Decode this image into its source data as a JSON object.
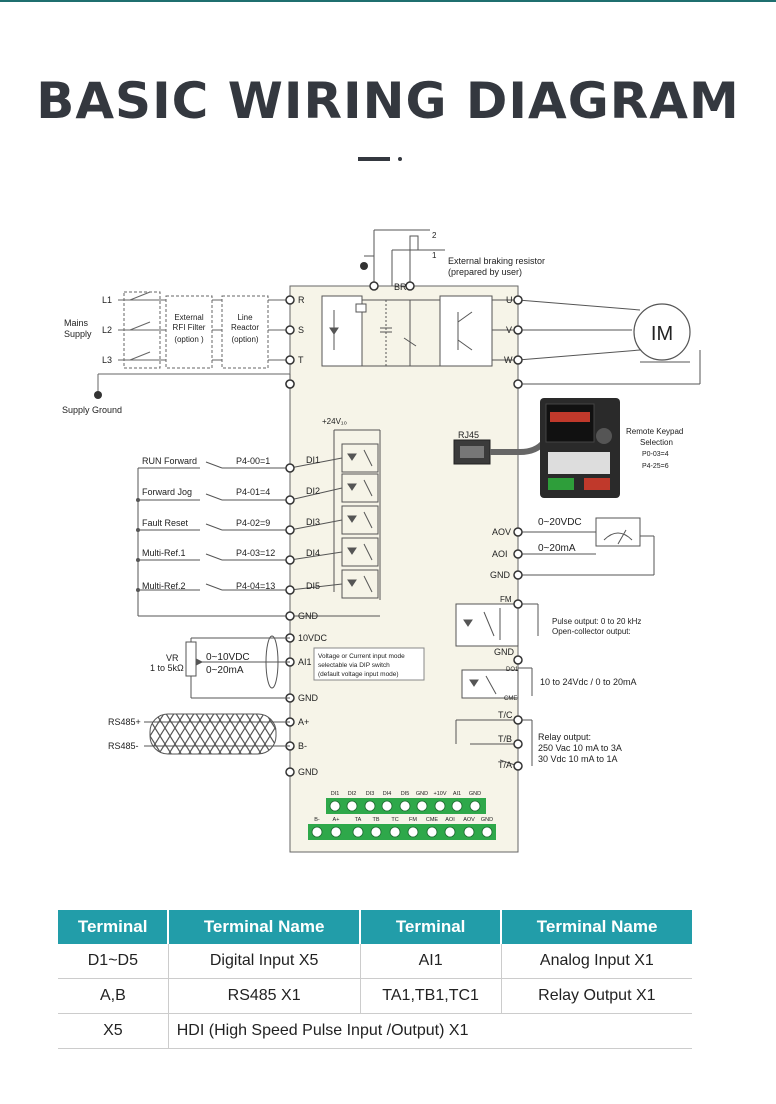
{
  "title": "BASIC WIRING DIAGRAM",
  "accent_color": "#229da9",
  "diagram": {
    "supply": {
      "phases": [
        "L1",
        "L2",
        "L3"
      ],
      "label_1": "Mains",
      "label_2": "Supply",
      "ground": "Supply Ground"
    },
    "rfi_filter": [
      "External",
      "RFI Filter",
      "(option )"
    ],
    "reactor": [
      "Line",
      "Reactor",
      "(option)"
    ],
    "input_terminals": [
      "R",
      "S",
      "T"
    ],
    "output_terminals": [
      "U",
      "V",
      "W"
    ],
    "motor": "IM",
    "braking": {
      "terminal": "BR",
      "num_2": "2",
      "num_1": "1",
      "label_1": "External braking resistor",
      "label_2": "(prepared by user)"
    },
    "plus24": "+24V₁₀",
    "rj45": "RJ45",
    "keypad": [
      "Remote Keypad",
      "Selection",
      "P0-03=4",
      "P4-25=6"
    ],
    "digital_inputs": [
      {
        "name": "RUN Forward",
        "param": "P4-00=1",
        "term": "DI1"
      },
      {
        "name": "Forward Jog",
        "param": "P4-01=4",
        "term": "DI2"
      },
      {
        "name": "Fault Reset",
        "param": "P4-02=9",
        "term": "DI3"
      },
      {
        "name": "Multi-Ref.1",
        "param": "P4-03=12",
        "term": "DI4"
      },
      {
        "name": "Multi-Ref.2",
        "param": "P4-04=13",
        "term": "DI5"
      }
    ],
    "left_terms": [
      "GND",
      "10VDC",
      "AI1",
      "GND",
      "A+",
      "B-",
      "GND"
    ],
    "vr_label": [
      "VR",
      "1 to 5kΩ"
    ],
    "ai_range": [
      "0~10VDC",
      "0~20mA"
    ],
    "dip_note": [
      "Voltage or Current input mode",
      "selectable via DIP switch",
      "(default voltage input mode)"
    ],
    "rs485": [
      "RS485+",
      "RS485-"
    ],
    "analog_out": {
      "aov": "AOV",
      "aoi": "AOI",
      "gnd": "GND",
      "v_range": "0~20VDC",
      "i_range": "0~20mA"
    },
    "fm": {
      "term": "FM",
      "gnd": "GND",
      "note_1": "Pulse output: 0 to 20 kHz",
      "note_2": "Open-collector output:"
    },
    "do1": {
      "term": "DO1",
      "cme": "CME",
      "note": "10 to 24Vdc / 0 to 20mA"
    },
    "relay": {
      "terms": [
        "T/C",
        "T/B",
        "T/A"
      ],
      "note": [
        "Relay output:",
        "250 Vac 10 mA to 3A",
        "30 Vdc 10 mA to 1A"
      ]
    },
    "terminal_row_1": [
      "DI1",
      "DI2",
      "DI3",
      "DI4",
      "DI5",
      "GND",
      "+10V",
      "AI1",
      "GND"
    ],
    "terminal_row_2": [
      "B-",
      "A+",
      "TA",
      "TB",
      "TC",
      "FM",
      "CME",
      "AOI",
      "AOV",
      "GND"
    ]
  },
  "table": {
    "headers": [
      "Terminal",
      "Terminal Name",
      "Terminal",
      "Terminal Name"
    ],
    "rows": [
      [
        "D1~D5",
        "Digital Input X5",
        "AI1",
        "Analog Input X1"
      ],
      [
        "A,B",
        "RS485 X1",
        "TA1,TB1,TC1",
        "Relay Output X1"
      ],
      [
        "X5",
        "HDI (High Speed Pulse Input /Output) X1"
      ]
    ]
  }
}
